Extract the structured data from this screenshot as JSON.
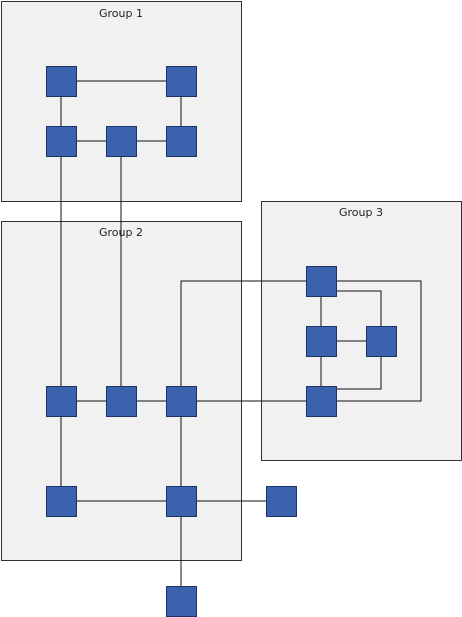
{
  "groups": [
    {
      "id": "group-1",
      "label": "Group 1"
    },
    {
      "id": "group-2",
      "label": "Group 2"
    },
    {
      "id": "group-3",
      "label": "Group 3"
    }
  ],
  "nodes": [
    {
      "id": "n1",
      "group": "group-1"
    },
    {
      "id": "n2",
      "group": "group-1"
    },
    {
      "id": "n3",
      "group": "group-1"
    },
    {
      "id": "n4",
      "group": "group-1"
    },
    {
      "id": "n5",
      "group": "group-1"
    },
    {
      "id": "n6",
      "group": "group-2"
    },
    {
      "id": "n7",
      "group": "group-2"
    },
    {
      "id": "n8",
      "group": "group-2"
    },
    {
      "id": "n9",
      "group": "group-2"
    },
    {
      "id": "n10",
      "group": "group-2"
    },
    {
      "id": "n11",
      "group": "group-3"
    },
    {
      "id": "n12",
      "group": "group-3"
    },
    {
      "id": "n13",
      "group": "group-3"
    },
    {
      "id": "n14",
      "group": "group-3"
    },
    {
      "id": "n15",
      "group": ""
    },
    {
      "id": "n16",
      "group": ""
    }
  ],
  "edges": [
    [
      "n1",
      "n2"
    ],
    [
      "n1",
      "n3"
    ],
    [
      "n2",
      "n5"
    ],
    [
      "n3",
      "n4"
    ],
    [
      "n4",
      "n5"
    ],
    [
      "n3",
      "n6"
    ],
    [
      "n4",
      "n7"
    ],
    [
      "n6",
      "n7"
    ],
    [
      "n7",
      "n8"
    ],
    [
      "n6",
      "n9"
    ],
    [
      "n9",
      "n10"
    ],
    [
      "n8",
      "n10"
    ],
    [
      "n10",
      "n15"
    ],
    [
      "n10",
      "n16"
    ],
    [
      "n8",
      "n11"
    ],
    [
      "n8",
      "n14"
    ],
    [
      "n11",
      "n12"
    ],
    [
      "n11",
      "n13"
    ],
    [
      "n12",
      "n13"
    ],
    [
      "n12",
      "n14"
    ],
    [
      "n13",
      "n14"
    ],
    [
      "n11",
      "n14"
    ]
  ],
  "colors": {
    "node_fill": "#3a62ad",
    "node_stroke": "#1e3466",
    "group_fill": "#f1f1f1",
    "group_stroke": "#333333",
    "edge": "#111111"
  }
}
